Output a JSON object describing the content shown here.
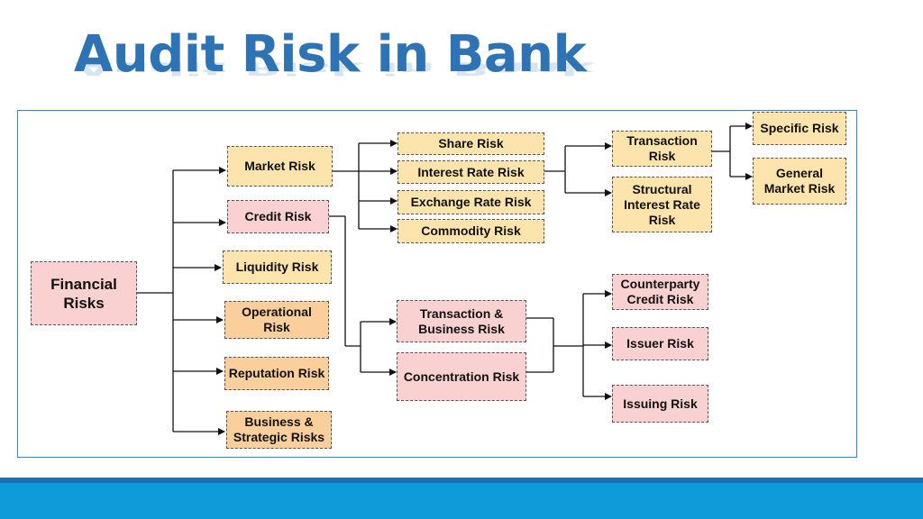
{
  "slide": {
    "title": "Audit Risk in Bank"
  },
  "diagram": {
    "root": "Financial Risks",
    "level1": {
      "market": "Market Risk",
      "credit": "Credit Risk",
      "liquidity": "Liquidity Risk",
      "operational": "Operational Risk",
      "reputation": "Reputation Risk",
      "business": "Business & Strategic Risks"
    },
    "market_children": {
      "share": "Share Risk",
      "interest": "Interest Rate Risk",
      "exchange": "Exchange Rate Risk",
      "commodity": "Commodity Risk"
    },
    "interest_children": {
      "transaction": "Transaction Risk",
      "structural": "Structural Interest Rate Risk"
    },
    "transaction_children": {
      "specific": "Specific Risk",
      "general": "General Market Risk"
    },
    "credit_children": {
      "transaction_business": "Transaction & Business Risk",
      "concentration": "Concentration Risk"
    },
    "credit_grandchildren": {
      "counterparty": "Counterparty Credit Risk",
      "issuer": "Issuer Risk",
      "issuing": "Issuing Risk"
    },
    "colors": {
      "yellow": "#fde4ad",
      "orange": "#fbcf9c",
      "pink": "#fad1d1",
      "title": "#2e74b5",
      "band": "#0f9ad9"
    }
  }
}
